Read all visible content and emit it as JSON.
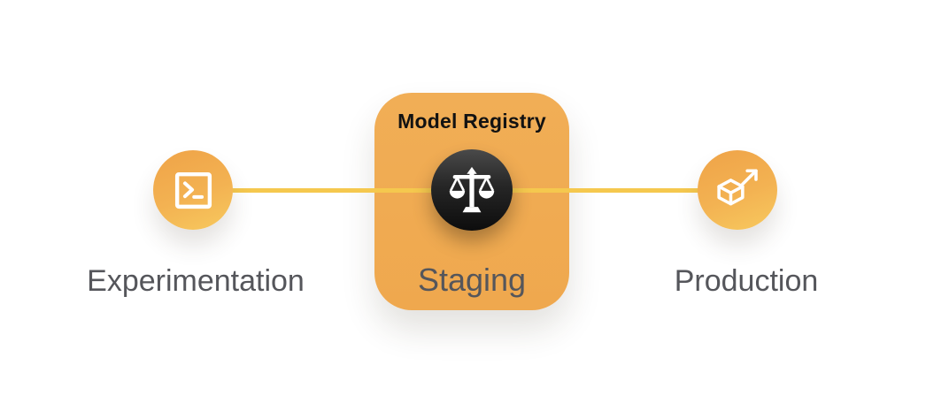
{
  "diagram": {
    "left_node": {
      "label": "Experimentation",
      "icon": "terminal-icon"
    },
    "registry_card": {
      "title": "Model Registry",
      "stage_label": "Staging",
      "icon": "balance-scale-icon"
    },
    "right_node": {
      "label": "Production",
      "icon": "cube-deploy-icon"
    }
  },
  "colors": {
    "card_orange": "#F0AC53",
    "node_gradient_top": "#EFA348",
    "node_gradient_bottom": "#F7C95E",
    "connector_yellow": "#F5C84E",
    "dark_circle_top": "#474747",
    "dark_circle_bottom": "#0D0D0D",
    "label_gray": "#55565B",
    "title_black": "#121212",
    "icon_white": "#FFFFFF",
    "background": "#FFFFFF"
  }
}
